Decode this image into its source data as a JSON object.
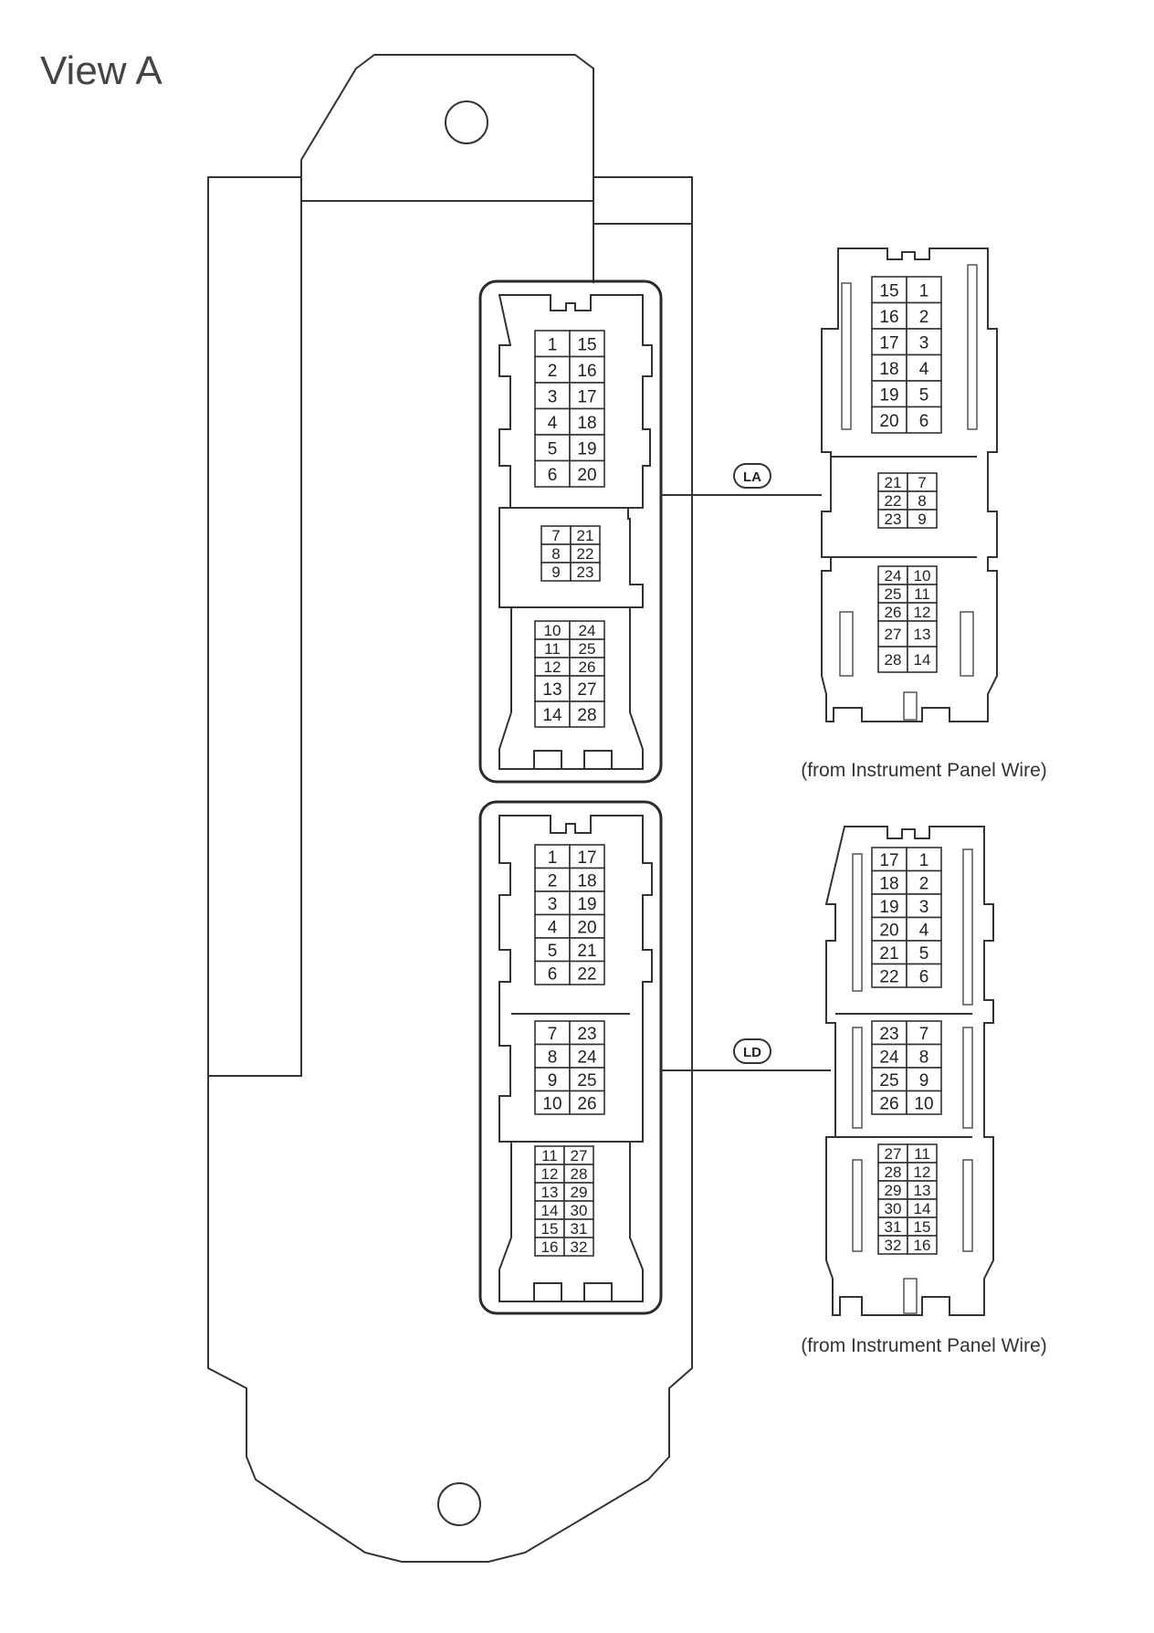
{
  "title": "View A",
  "connectors": [
    {
      "code": "LA",
      "caption": "(from Instrument Panel Wire)",
      "ecu_blocks": [
        [
          [
            1,
            15
          ],
          [
            2,
            16
          ],
          [
            3,
            17
          ],
          [
            4,
            18
          ],
          [
            5,
            19
          ],
          [
            6,
            20
          ]
        ],
        [
          [
            7,
            21
          ],
          [
            8,
            22
          ],
          [
            9,
            23
          ]
        ],
        [
          [
            10,
            24
          ],
          [
            11,
            25
          ],
          [
            12,
            26
          ],
          [
            13,
            27
          ],
          [
            14,
            28
          ]
        ]
      ],
      "harness_blocks": [
        [
          [
            15,
            1
          ],
          [
            16,
            2
          ],
          [
            17,
            3
          ],
          [
            18,
            4
          ],
          [
            19,
            5
          ],
          [
            20,
            6
          ]
        ],
        [
          [
            21,
            7
          ],
          [
            22,
            8
          ],
          [
            23,
            9
          ]
        ],
        [
          [
            24,
            10
          ],
          [
            25,
            11
          ],
          [
            26,
            12
          ],
          [
            27,
            13
          ],
          [
            28,
            14
          ]
        ]
      ]
    },
    {
      "code": "LD",
      "caption": "(from Instrument Panel Wire)",
      "ecu_blocks": [
        [
          [
            1,
            17
          ],
          [
            2,
            18
          ],
          [
            3,
            19
          ],
          [
            4,
            20
          ],
          [
            5,
            21
          ],
          [
            6,
            22
          ]
        ],
        [
          [
            7,
            23
          ],
          [
            8,
            24
          ],
          [
            9,
            25
          ],
          [
            10,
            26
          ]
        ],
        [
          [
            11,
            27
          ],
          [
            12,
            28
          ],
          [
            13,
            29
          ],
          [
            14,
            30
          ],
          [
            15,
            31
          ],
          [
            16,
            32
          ]
        ]
      ],
      "harness_blocks": [
        [
          [
            17,
            1
          ],
          [
            18,
            2
          ],
          [
            19,
            3
          ],
          [
            20,
            4
          ],
          [
            21,
            5
          ],
          [
            22,
            6
          ]
        ],
        [
          [
            23,
            7
          ],
          [
            24,
            8
          ],
          [
            25,
            9
          ],
          [
            26,
            10
          ]
        ],
        [
          [
            27,
            11
          ],
          [
            28,
            12
          ],
          [
            29,
            13
          ],
          [
            30,
            14
          ],
          [
            31,
            15
          ],
          [
            32,
            16
          ]
        ]
      ]
    }
  ]
}
